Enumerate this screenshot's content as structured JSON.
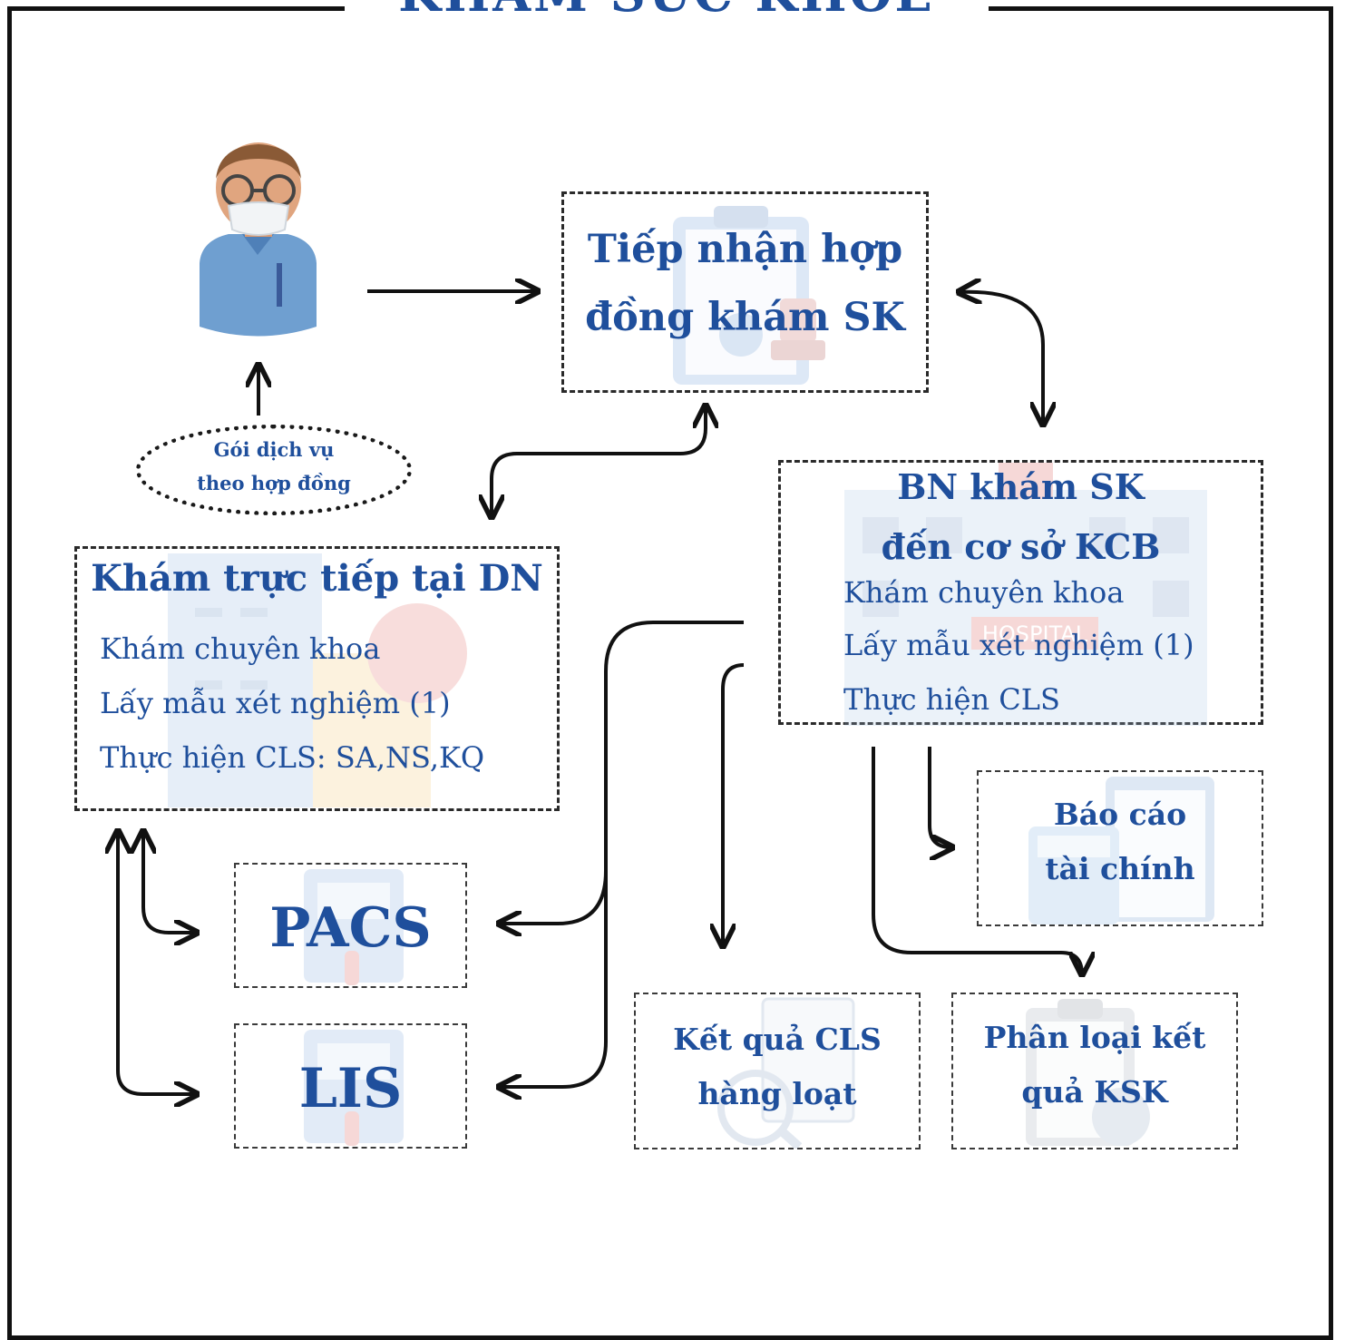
{
  "title": "KHÁM SỨC KHỎE",
  "actor": {
    "icon": "person-with-mask-icon"
  },
  "package": {
    "line1": "Gói dịch vụ",
    "line2": "theo hợp đồng"
  },
  "contract": {
    "line1": "Tiếp nhận hợp",
    "line2": "đồng khám SK",
    "icon": "clipboard-stamp-icon"
  },
  "onsite": {
    "title": "Khám trực tiếp tại DN",
    "items": [
      "Khám chuyên khoa",
      "Lấy mẫu xét nghiệm (1)",
      "Thực hiện CLS: SA,NS,KQ"
    ],
    "icon": "office-building-icon"
  },
  "facility": {
    "line1": "BN khám SK",
    "line2": "đến cơ sở KCB",
    "items": [
      "Khám chuyên khoa",
      "Lấy mẫu xét nghiệm (1)",
      "Thực hiện CLS"
    ],
    "icon": "hospital-building-icon",
    "sign": "HOSPITAL"
  },
  "pacs": {
    "label": "PACS",
    "icon": "lab-analyzer-icon"
  },
  "lis": {
    "label": "LIS",
    "icon": "lab-analyzer-icon"
  },
  "finance": {
    "line1": "Báo cáo",
    "line2": "tài chính",
    "icon": "calculator-report-icon"
  },
  "results": {
    "line1": "Kết quả CLS",
    "line2": "hàng loạt",
    "icon": "test-results-icon"
  },
  "classify": {
    "line1": "Phân loại kết",
    "line2": "quả KSK",
    "icon": "checklist-clipboard-icon"
  }
}
